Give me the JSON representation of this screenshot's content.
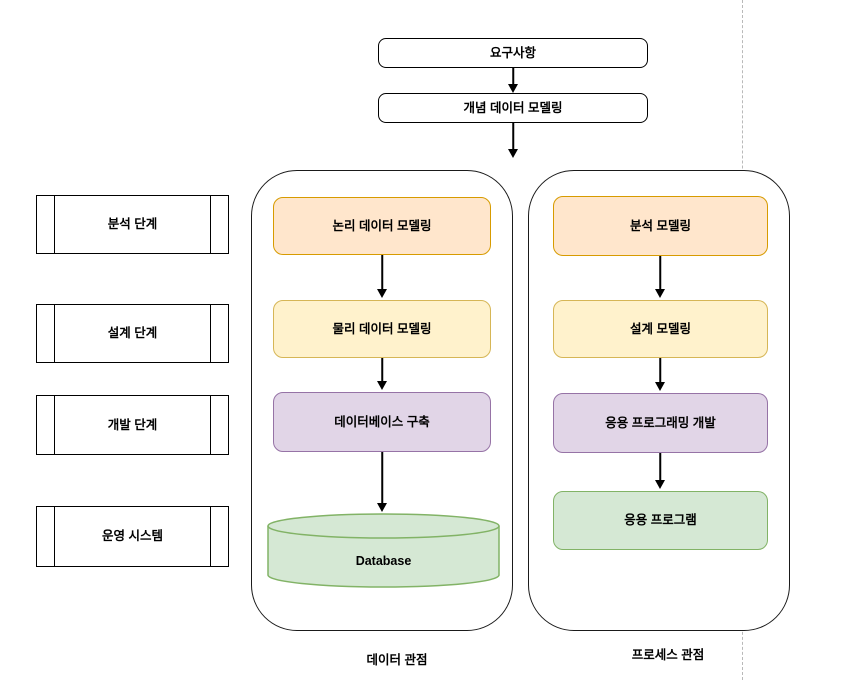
{
  "flow": {
    "requirements_label": "요구사항",
    "conceptual_label": "개념 데이터 모델링"
  },
  "stages": {
    "items": [
      {
        "label": "분석 단계"
      },
      {
        "label": "설계 단계"
      },
      {
        "label": "개발 단계"
      },
      {
        "label": "운영 시스템"
      }
    ]
  },
  "data_perspective": {
    "caption": "데이터 관점",
    "steps": [
      {
        "label": "논리 데이터 모델링",
        "color": "orange"
      },
      {
        "label": "물리 데이터 모델링",
        "color": "yellow"
      },
      {
        "label": "데이터베이스 구축",
        "color": "purple"
      },
      {
        "label": "Database",
        "color": "green",
        "shape": "cylinder"
      }
    ]
  },
  "process_perspective": {
    "caption": "프로세스 관점",
    "steps": [
      {
        "label": "분석 모델링",
        "color": "orange"
      },
      {
        "label": "설계 모델링",
        "color": "yellow"
      },
      {
        "label": "응용 프로그래밍 개발",
        "color": "purple"
      },
      {
        "label": "응용 프로그램",
        "color": "green"
      }
    ]
  },
  "palette": {
    "orange_fill": "#FFE6CC",
    "orange_stroke": "#D79B00",
    "yellow_fill": "#FFF2CC",
    "yellow_stroke": "#D6B656",
    "purple_fill": "#E1D5E7",
    "purple_stroke": "#9673A6",
    "green_fill": "#D5E8D4",
    "green_stroke": "#82B366",
    "divider_color": "#B9B9B9"
  }
}
